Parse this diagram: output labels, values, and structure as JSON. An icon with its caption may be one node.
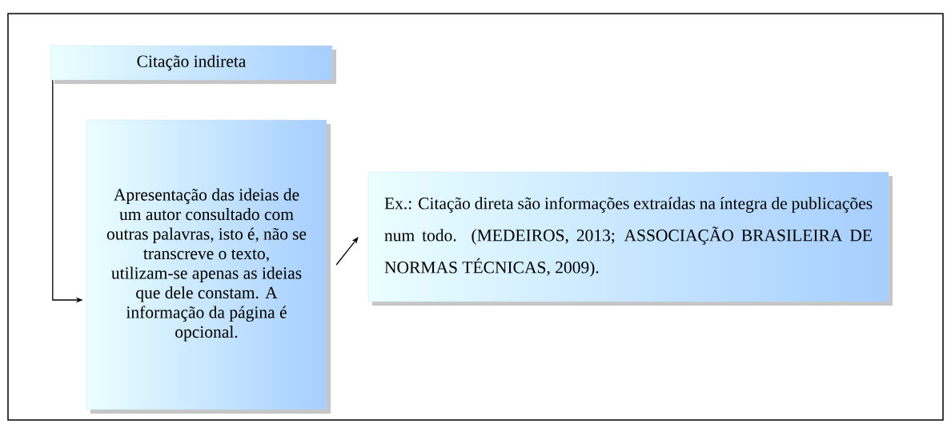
{
  "diagram": {
    "nodes": [
      {
        "text": [
          "Citação indireta"
        ]
      },
      {
        "text": [
          "Apresentação das ideias de um autor consultado com outras palavras, isto é, não se transcreve o texto, utilizam-se apenas as ideias que dele constam. A informação da página é opcional."
        ]
      },
      {
        "text": [
          "Ex.: Citação direta são informações extraídas na íntegra de publicações num todo. (MEDEIROS, 2013; ASSOCIAÇÃO BRASILEIRA DE NORMAS TÉCNICAS, 2009)."
        ]
      }
    ],
    "edges": [
      {
        "from": 0,
        "to": 1,
        "arrow": "to"
      },
      {
        "from": 1,
        "to": 2,
        "arrow": "to"
      }
    ]
  }
}
